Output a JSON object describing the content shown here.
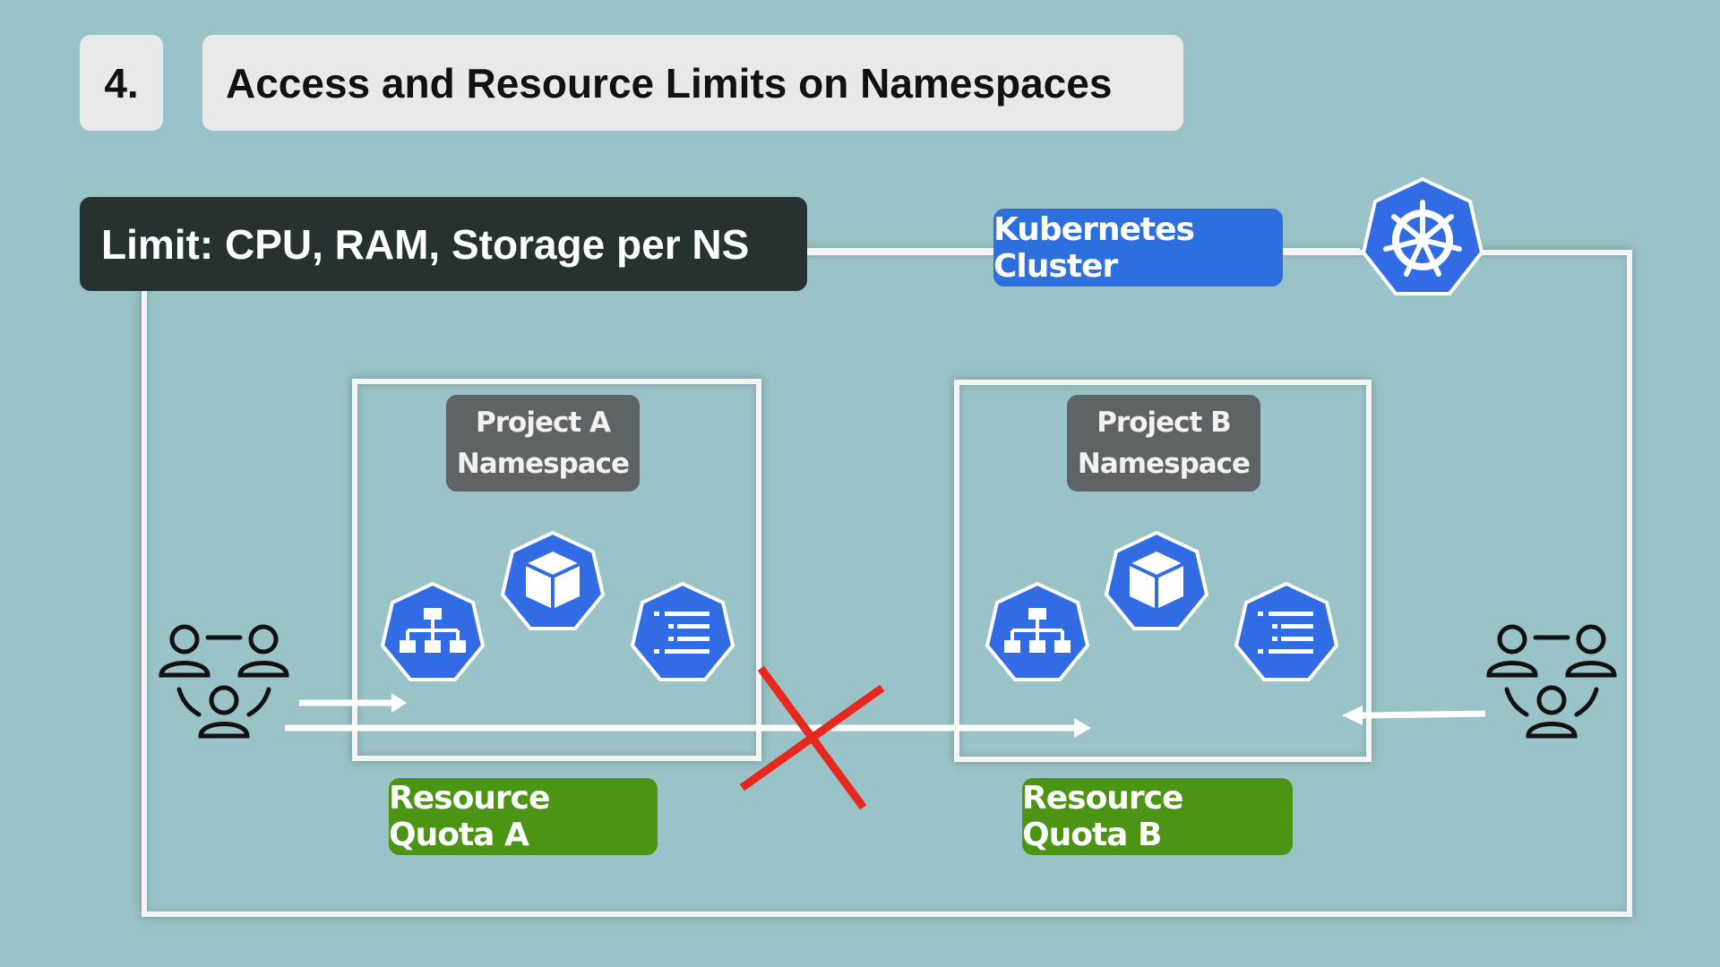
{
  "header": {
    "step_number": "4.",
    "title": "Access and Resource Limits on Namespaces"
  },
  "limit_label": "Limit: CPU, RAM, Storage per NS",
  "cluster_label": "Kubernetes Cluster",
  "namespaces": [
    {
      "line1": "Project A",
      "line2": "Namespace",
      "quota": "Resource Quota A"
    },
    {
      "line1": "Project B",
      "line2": "Namespace",
      "quota": "Resource Quota B"
    }
  ],
  "icons": {
    "cluster": "kubernetes-helm-icon",
    "service": "service-hierarchy-icon",
    "pod": "pod-cube-icon",
    "config": "config-list-icon",
    "team": "user-group-icon",
    "blocked": "red-x-icon"
  },
  "colors": {
    "background": "#99c3c6",
    "k8s_blue": "#2e6fe0",
    "quota_green": "#4c9414",
    "label_gray": "#5e6465",
    "limit_dark": "#263132",
    "x_red": "#e8281e"
  }
}
